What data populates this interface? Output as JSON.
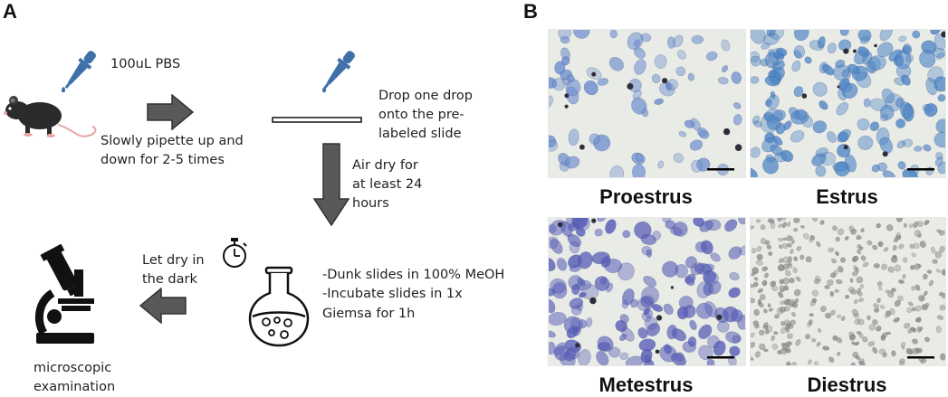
{
  "panelA": {
    "letter": "A",
    "pbs_label": "100uL PBS",
    "pipette_instruction": [
      "Slowly pipette up and",
      "down for 2-5 times"
    ],
    "drop_instruction": [
      "Drop one drop",
      "onto the pre-",
      "labeled slide"
    ],
    "air_dry": [
      "Air dry for",
      "at least 24",
      "hours"
    ],
    "stain_steps": [
      "-Dunk slides in 100% MeOH",
      "-Incubate slides in 1x",
      "Giemsa for 1h"
    ],
    "let_dry": [
      "Let dry in",
      "the dark"
    ],
    "microscopic": [
      "microscopic",
      "examination"
    ],
    "icons": [
      "mouse-icon",
      "pipette-icon",
      "right-arrow-icon",
      "slide-icon",
      "down-arrow-icon",
      "stopwatch-icon",
      "flask-icon",
      "left-arrow-icon",
      "microscope-icon"
    ],
    "colors": {
      "pipette": "#3f6fa9",
      "arrow_fill": "#595959",
      "mouse": "#2b2b2b",
      "tail": "#e9a6a6"
    }
  },
  "panelB": {
    "letter": "B",
    "stages": [
      {
        "label": "Proestrus",
        "cell_color": "#6f8fcf",
        "density": "medium"
      },
      {
        "label": "Estrus",
        "cell_color": "#4e86c6",
        "density": "high"
      },
      {
        "label": "Metestrus",
        "cell_color": "#5a5fb8",
        "density": "high"
      },
      {
        "label": "Diestrus",
        "cell_color": "#8c8c8c",
        "density": "high"
      }
    ],
    "background_color": "#e9ebe6"
  }
}
